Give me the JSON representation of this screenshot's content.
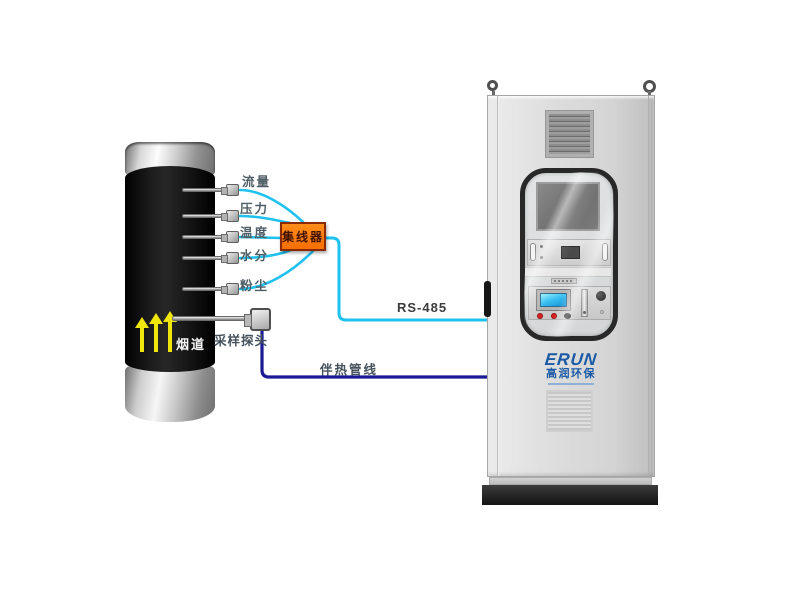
{
  "diagram": {
    "duct": {
      "label": "烟道"
    },
    "sensors": [
      {
        "label": "流量"
      },
      {
        "label": "压力"
      },
      {
        "label": "温度"
      },
      {
        "label": "水分"
      },
      {
        "label": "粉尘"
      }
    ],
    "probe": {
      "label": "采样探头"
    },
    "hub": {
      "label": "集线器"
    },
    "links": {
      "rs485": "RS-485",
      "heat_trace": "伴热管线"
    }
  },
  "cabinet": {
    "logo_en": "ERUN",
    "logo_cn": "高润环保"
  },
  "colors": {
    "signal_wire": "#1fc1ee",
    "heat_wire": "#1a1a94",
    "hub_fill": "#f76f00",
    "hub_border": "#8a2a00",
    "arrow_yellow": "#f0e60c",
    "logo_blue": "#1b5aa5"
  }
}
